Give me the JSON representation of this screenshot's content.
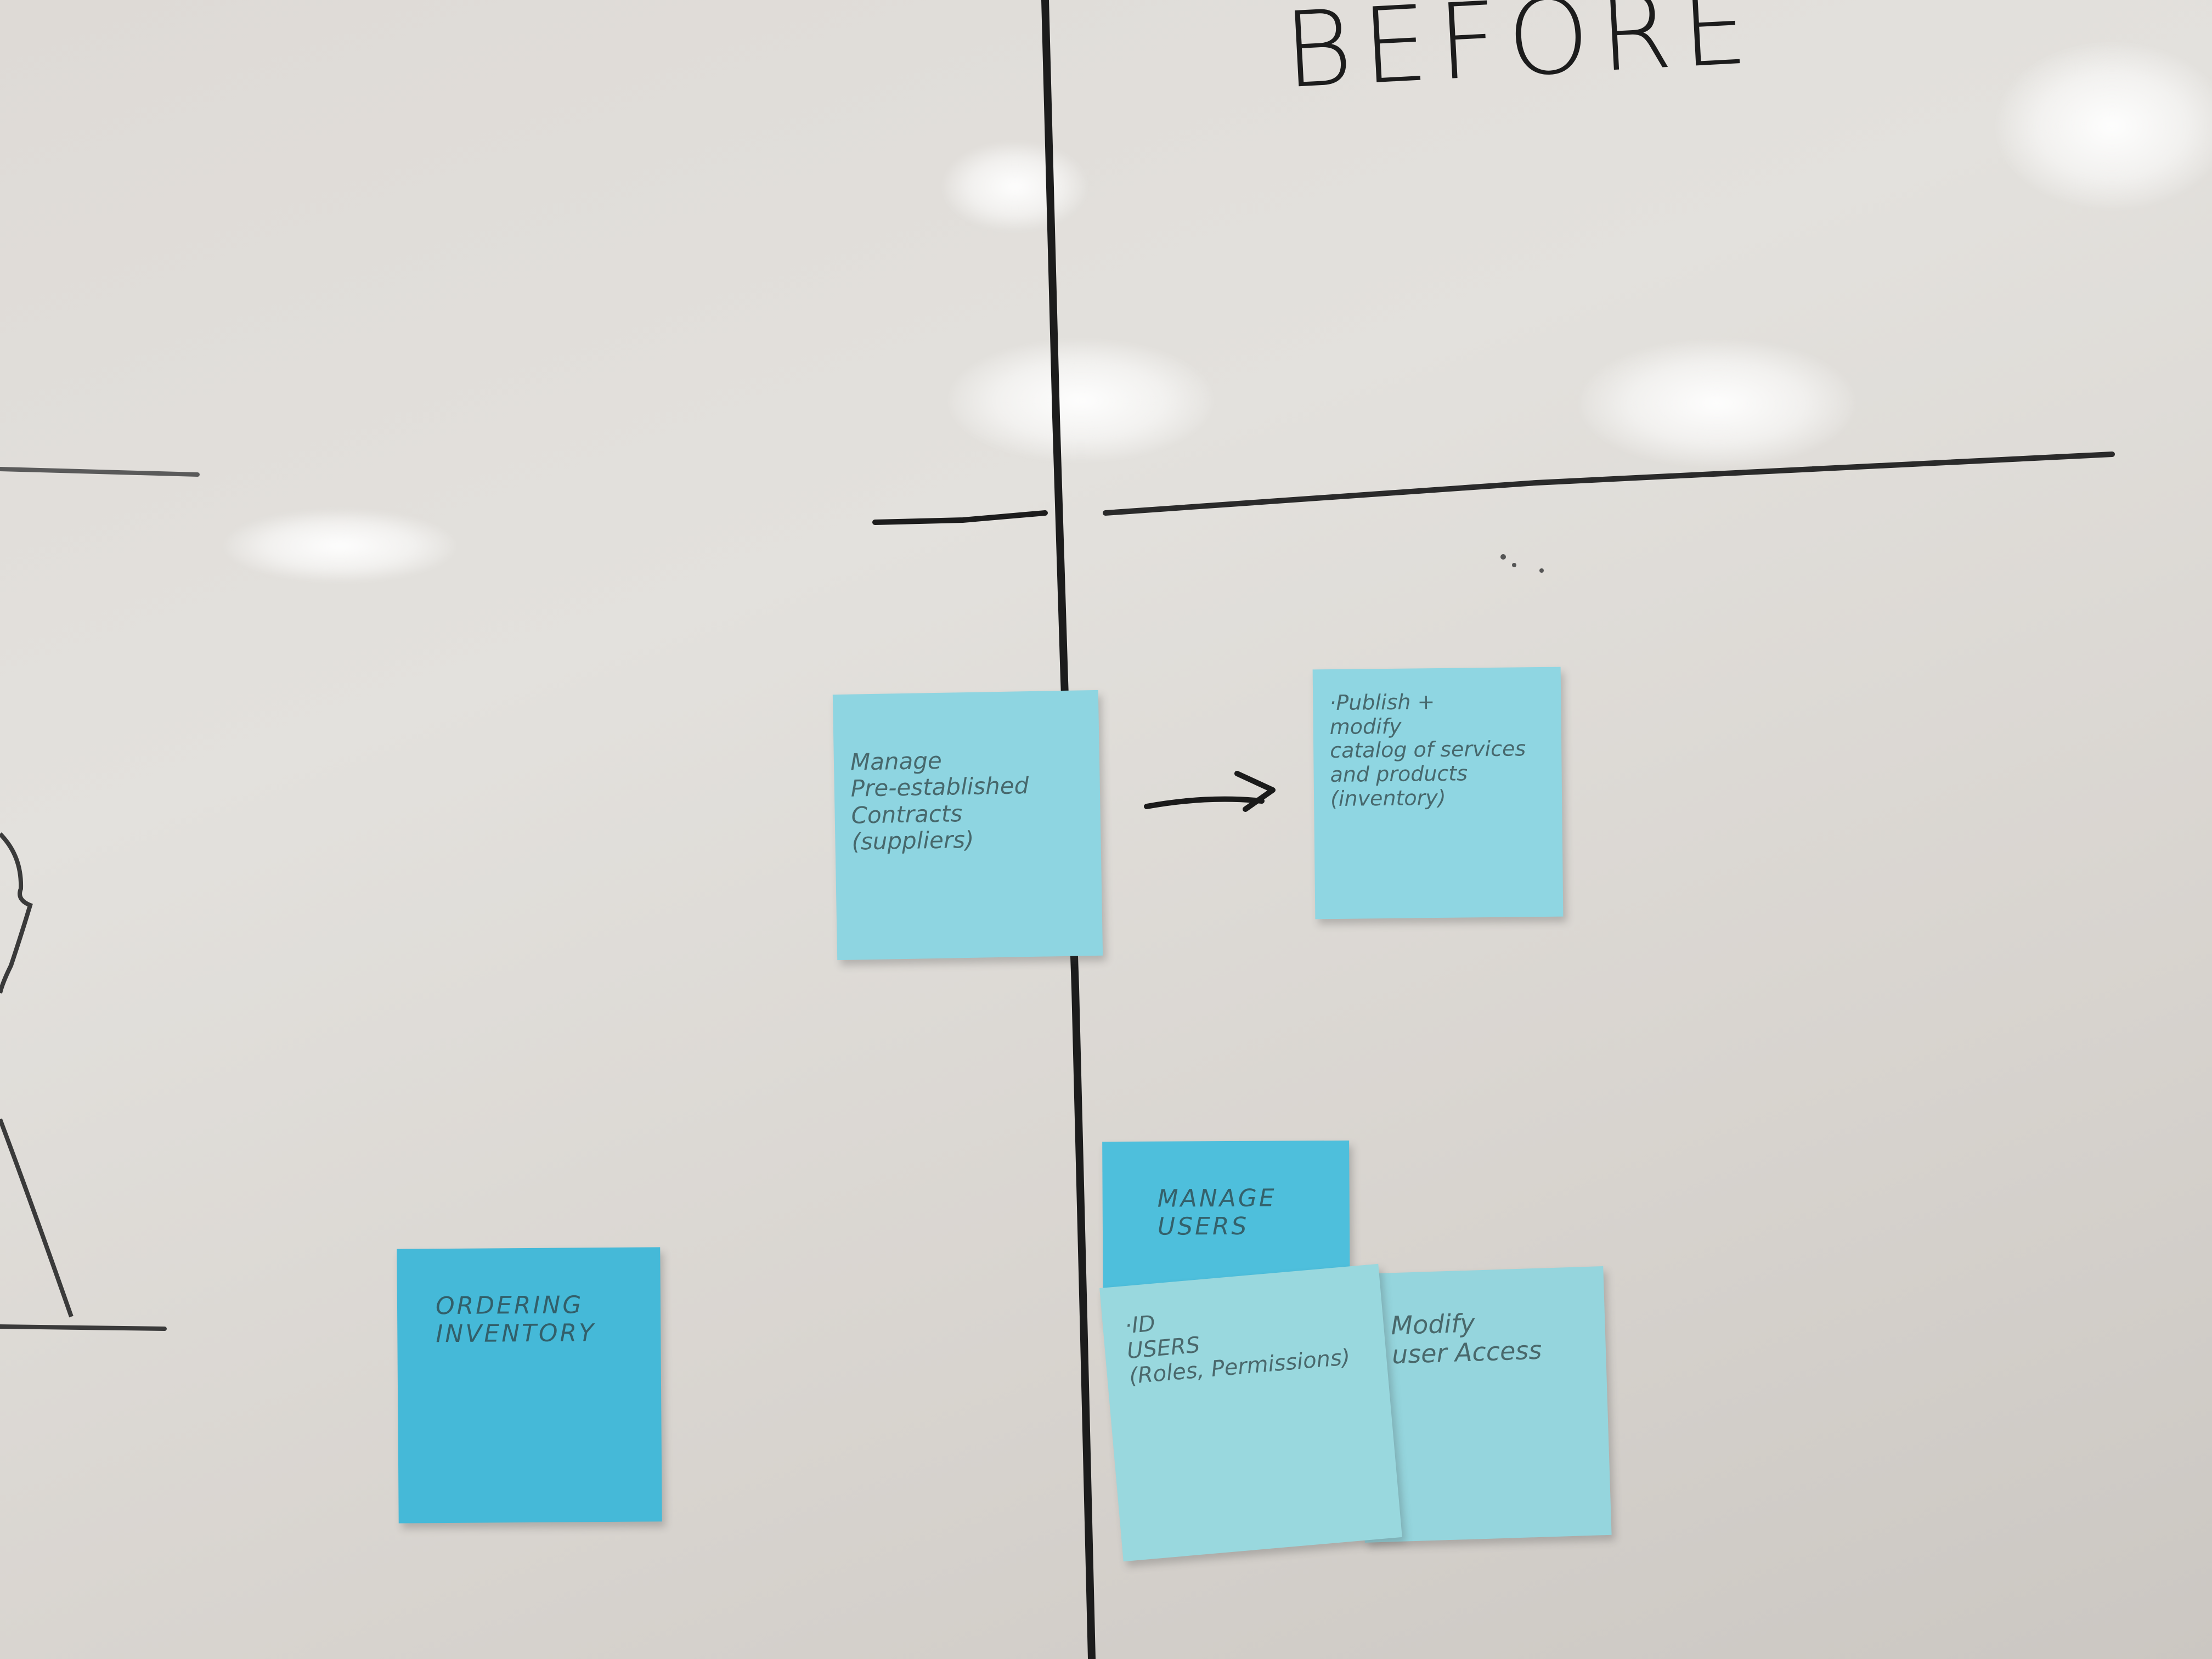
{
  "board": {
    "heading": "BEFORE"
  },
  "colors": {
    "board": "#e1ded9",
    "marker": "#1c1c1c",
    "note_light": "#8fd6e0",
    "note_medium": "#5bc4d9",
    "note_dark": "#3fb8d9"
  },
  "notes": {
    "manage_pre_established": {
      "text": "Manage\n Pre-established\n Contracts\n (suppliers)"
    },
    "publish_modify_catalog": {
      "text": "·Publish +\n modify\n catalog of services\n and products\n (inventory)"
    },
    "ordering_inventory": {
      "text": "ORDERING\n INVENTORY"
    },
    "manage_users": {
      "text": "MANAGE\n USERS"
    },
    "id_users": {
      "text": "·ID\n USERS\n (Roles, Permissions)"
    },
    "modify_user_access": {
      "text": "Modify\n user Access"
    }
  }
}
